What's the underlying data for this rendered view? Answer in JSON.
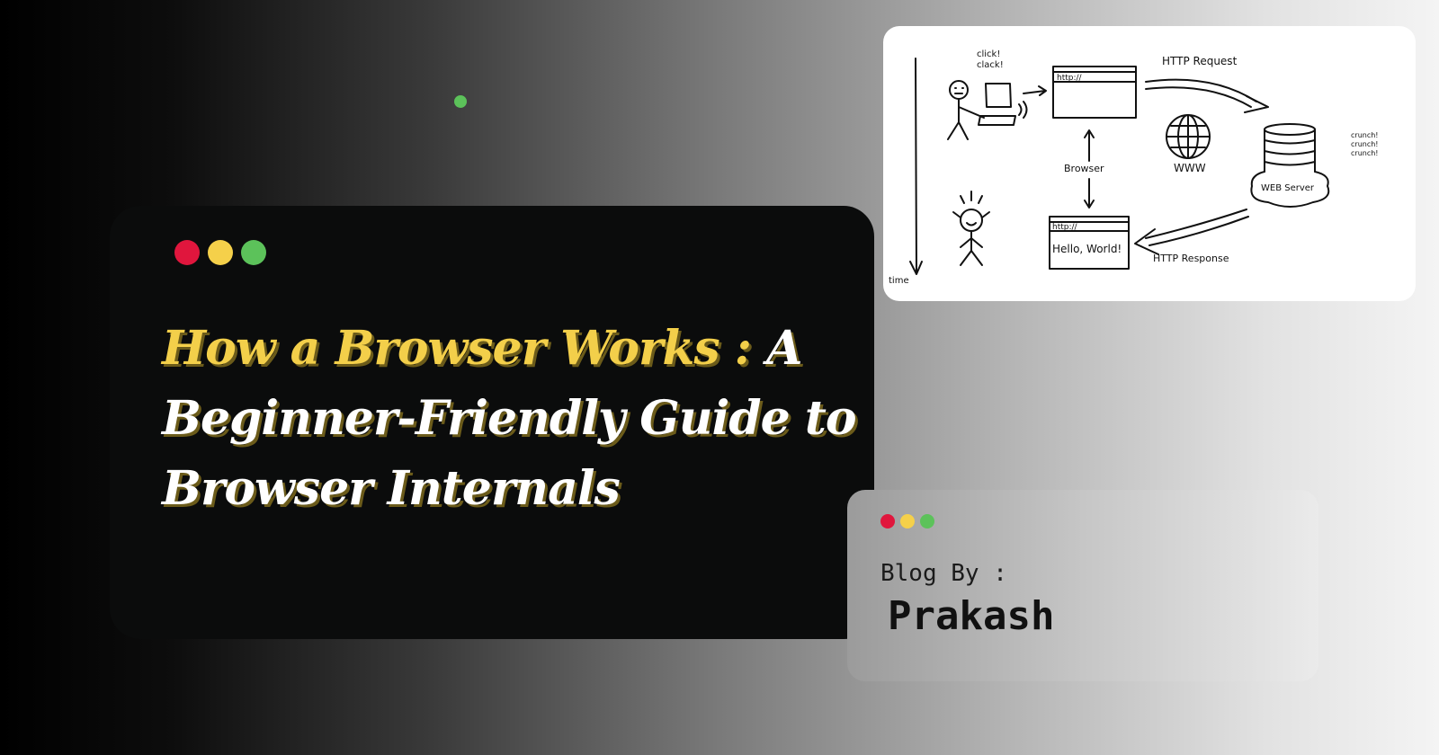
{
  "title": {
    "highlight": "How a Browser Works :",
    "rest": "A Beginner-Friendly Guide to Browser Internals"
  },
  "author": {
    "label": "Blog By :",
    "name": "Prakash"
  },
  "diagram": {
    "click": "click!",
    "clack": "clack!",
    "url1": "http://",
    "url2": "http://",
    "hello": "Hello, World!",
    "request": "HTTP Request",
    "response": "HTTP Response",
    "browser": "Browser",
    "www": "WWW",
    "crunch": "crunch!",
    "server": "WEB Server",
    "time": "time"
  },
  "colors": {
    "red": "#e0163d",
    "yellow": "#f5d04a",
    "green": "#5cc25a",
    "title_highlight": "#f3cf4a"
  }
}
